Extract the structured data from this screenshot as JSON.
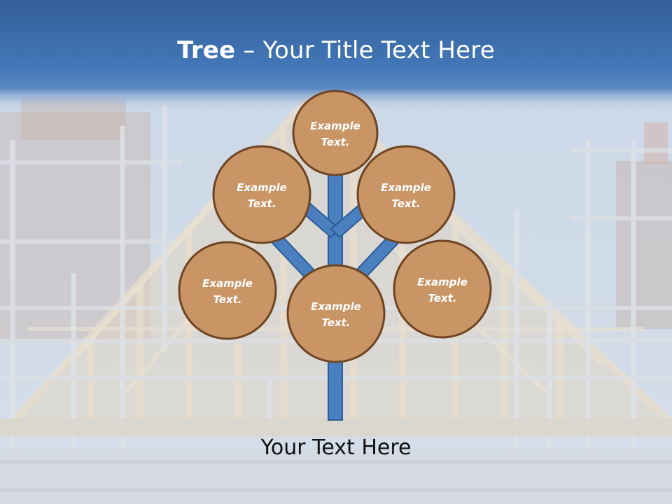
{
  "title": {
    "strong": "Tree",
    "separator": " – ",
    "rest": "Your Title Text Here"
  },
  "nodes": [
    {
      "line1": "Example",
      "line2": "Text."
    },
    {
      "line1": "Example",
      "line2": "Text."
    },
    {
      "line1": "Example",
      "line2": "Text."
    },
    {
      "line1": "Example",
      "line2": "Text."
    },
    {
      "line1": "Example",
      "line2": "Text."
    },
    {
      "line1": "Example",
      "line2": "Text."
    }
  ],
  "footer": {
    "text": "Your Text Here"
  },
  "colors": {
    "header": "#3f72b3",
    "sky": "#a9bfd8",
    "node_fill": "#c99565",
    "node_stroke": "#6e4422",
    "branch_fill": "#4a7fc0",
    "branch_stroke": "#2d5c97"
  }
}
